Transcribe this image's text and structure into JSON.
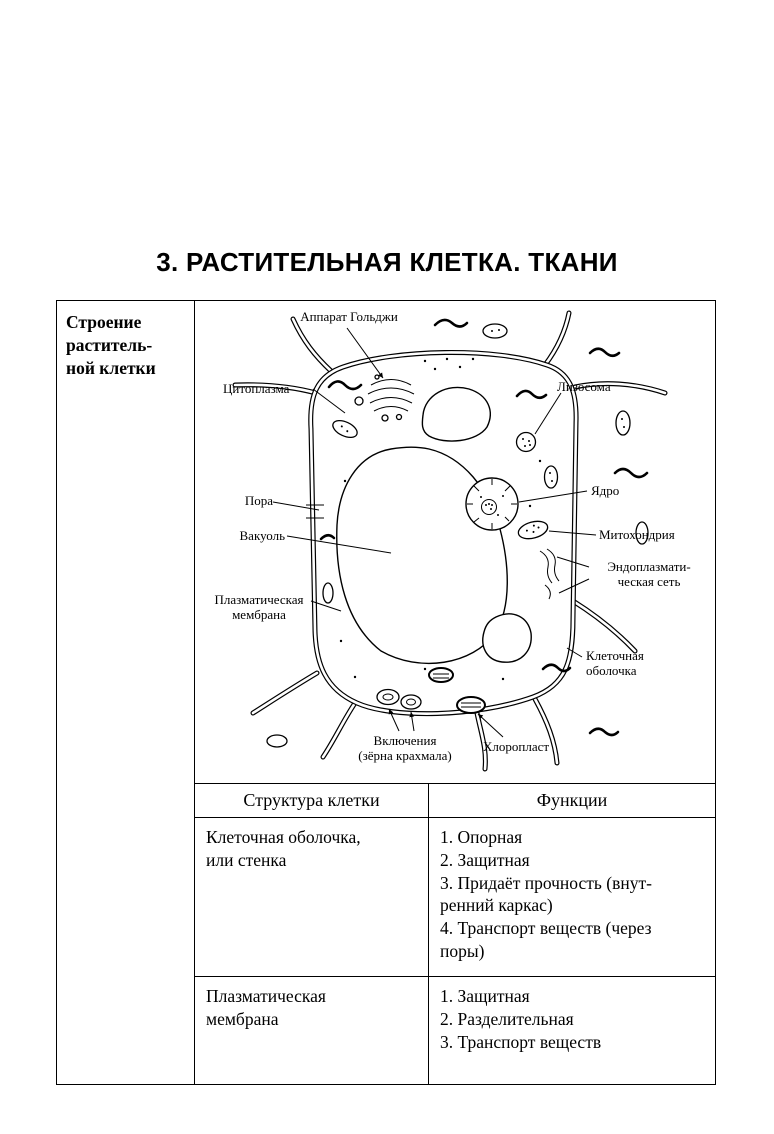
{
  "colors": {
    "background": "#ffffff",
    "text": "#000000",
    "line": "#000000"
  },
  "page": {
    "title": "3. РАСТИТЕЛЬНАЯ КЛЕТКА. ТКАНИ"
  },
  "section": {
    "heading": [
      "Строение",
      "раститель-",
      "ной клетки"
    ]
  },
  "diagram": {
    "name": "plant-cell-structure",
    "labels": {
      "golgi": "Аппарат Гольджи",
      "cytoplasm": "Цитоплазма",
      "lysosome": "Лизосома",
      "pore": "Пора",
      "nucleus": "Ядро",
      "vacuole": "Вакуоль",
      "mitochondria": "Митохондрия",
      "er": "Эндоплазмати-\nческая сеть",
      "plasma_membrane": "Плазматическая\nмембрана",
      "cell_wall": "Клеточная\nоболочка",
      "inclusions": "Включения\n(зёрна крахмала)",
      "chloroplast": "Хлоропласт"
    }
  },
  "table": {
    "headers": [
      "Структура клетки",
      "Функции"
    ],
    "rows": [
      {
        "structure": [
          "Клеточная оболочка,",
          "или стенка"
        ],
        "functions": [
          "1. Опорная",
          "2. Защитная",
          "3. Придаёт прочность (внут-",
          "ренний каркас)",
          "4. Транспорт веществ (через",
          "поры)"
        ]
      },
      {
        "structure": [
          "Плазматическая",
          "мембрана"
        ],
        "functions": [
          "1. Защитная",
          "2. Разделительная",
          "3. Транспорт веществ"
        ]
      }
    ]
  }
}
